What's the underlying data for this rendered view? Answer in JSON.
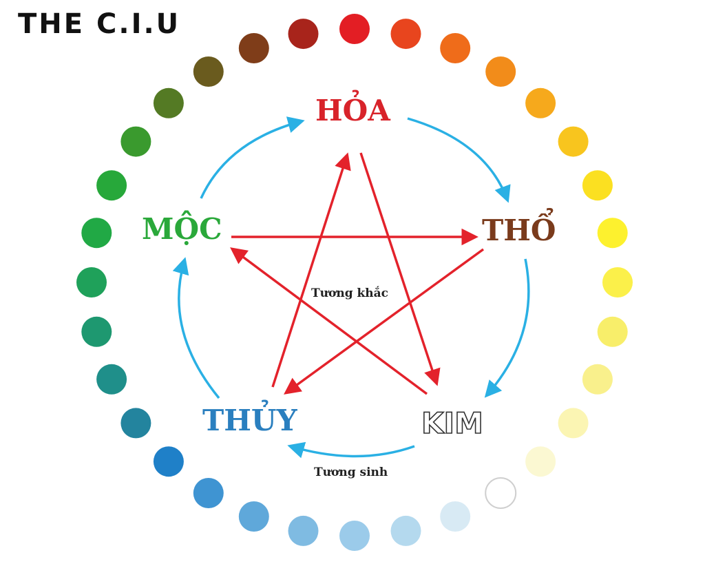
{
  "logo": {
    "text": "THE C.I.U"
  },
  "elements": {
    "hoa": {
      "label": "HỎA",
      "color": "#d8232a"
    },
    "tho": {
      "label": "THỔ",
      "color": "#7a3b1c"
    },
    "kim": {
      "label": "KIM",
      "color": "#ffffff"
    },
    "thuy": {
      "label": "THỦY",
      "color": "#2a7fbf"
    },
    "moc": {
      "label": "MỘC",
      "color": "#2aa83a"
    }
  },
  "captions": {
    "tuong_khac": "Tương khắc",
    "tuong_sinh": "Tương sinh"
  },
  "colors": {
    "generating_arrows": "#2ab0e4",
    "controlling_arrows": "#e3222b"
  },
  "color_wheel": [
    "#e31e24",
    "#e8451e",
    "#ef6c1a",
    "#f28c1a",
    "#f6a91c",
    "#f8c51e",
    "#fbe021",
    "#fdf12e",
    "#fbf04a",
    "#f8ee6a",
    "#f9f08c",
    "#fbf5b3",
    "#fbf8d2",
    "#ffffff",
    "#d8eaf4",
    "#b4d9ee",
    "#9bcbea",
    "#7fbbe2",
    "#5fa8da",
    "#3f94d2",
    "#1f80c8",
    "#23849e",
    "#1f8f8a",
    "#1e9870",
    "#1fa15a",
    "#21a945",
    "#27a83a",
    "#3a9a2e",
    "#547a24",
    "#6a5b1e",
    "#7f3d19",
    "#a8241b"
  ]
}
